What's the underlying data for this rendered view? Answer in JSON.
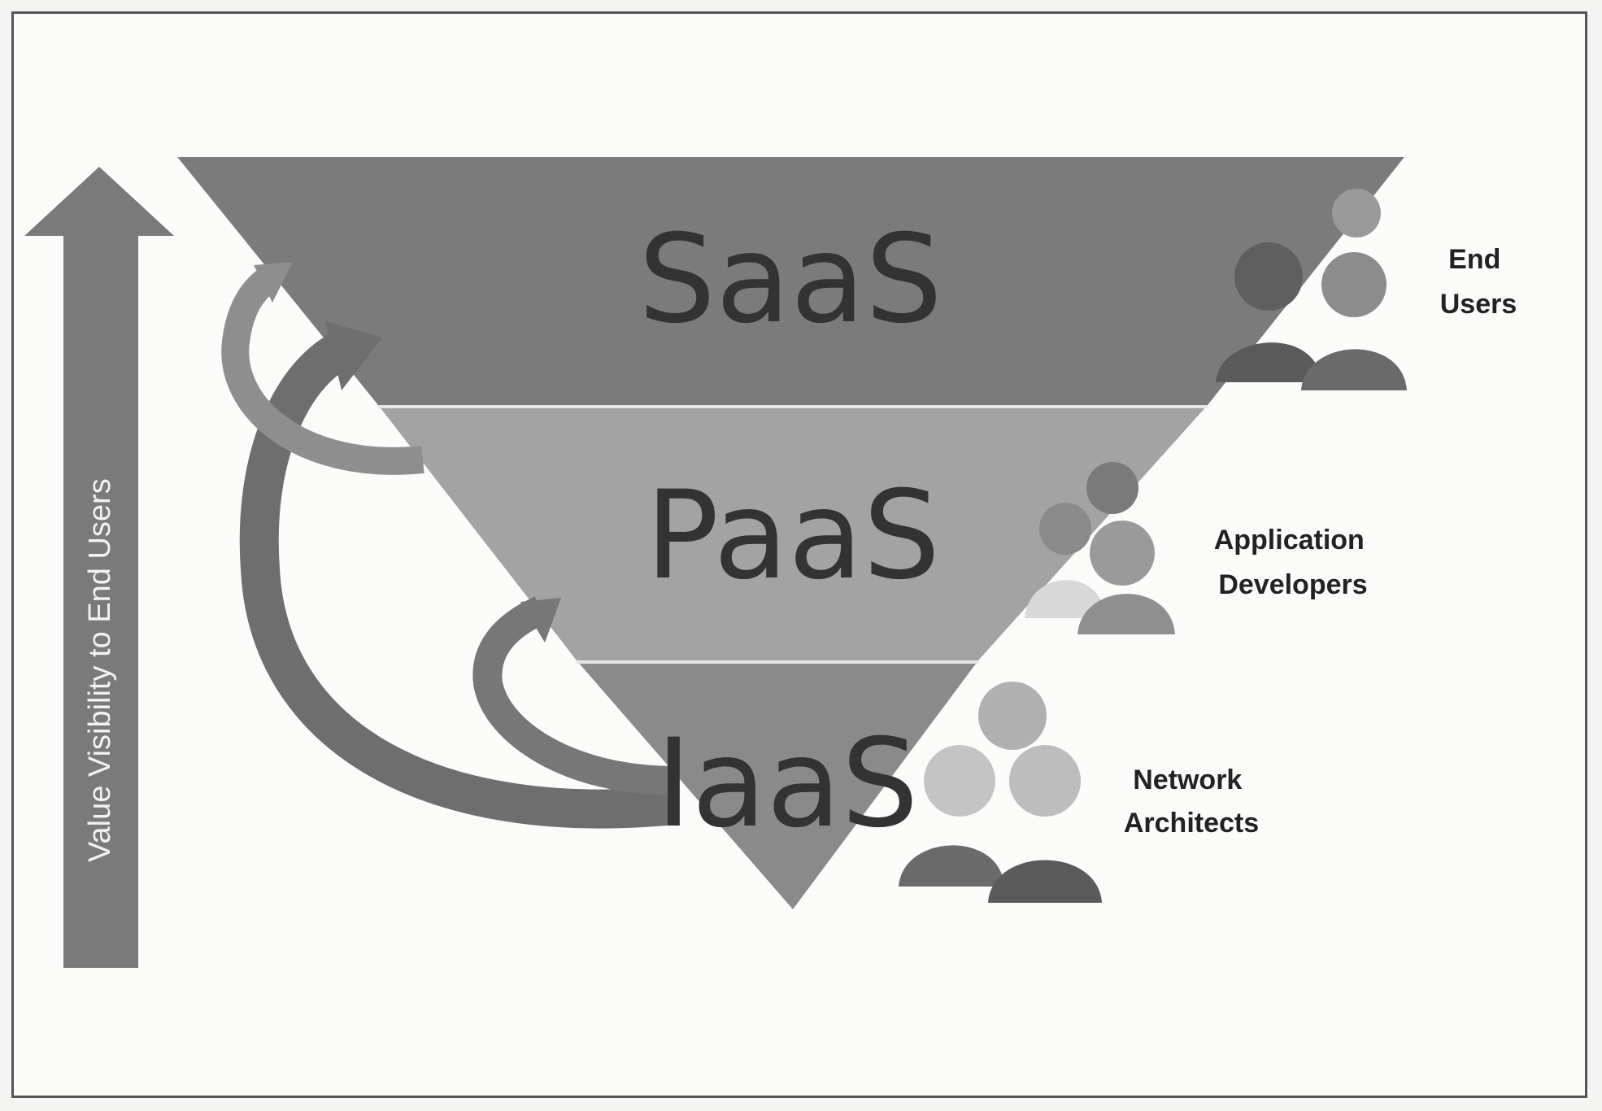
{
  "axis": {
    "label": "Value Visibility to End Users"
  },
  "tiers": [
    {
      "name": "SaaS",
      "color": "#7b7b7b"
    },
    {
      "name": "PaaS",
      "color": "#a3a3a3"
    },
    {
      "name": "IaaS",
      "color": "#8a8a8a"
    }
  ],
  "audiences": [
    {
      "line1": "End",
      "line2": "Users"
    },
    {
      "line1": "Application",
      "line2": "Developers"
    },
    {
      "line1": "Network",
      "line2": "Architects"
    }
  ]
}
